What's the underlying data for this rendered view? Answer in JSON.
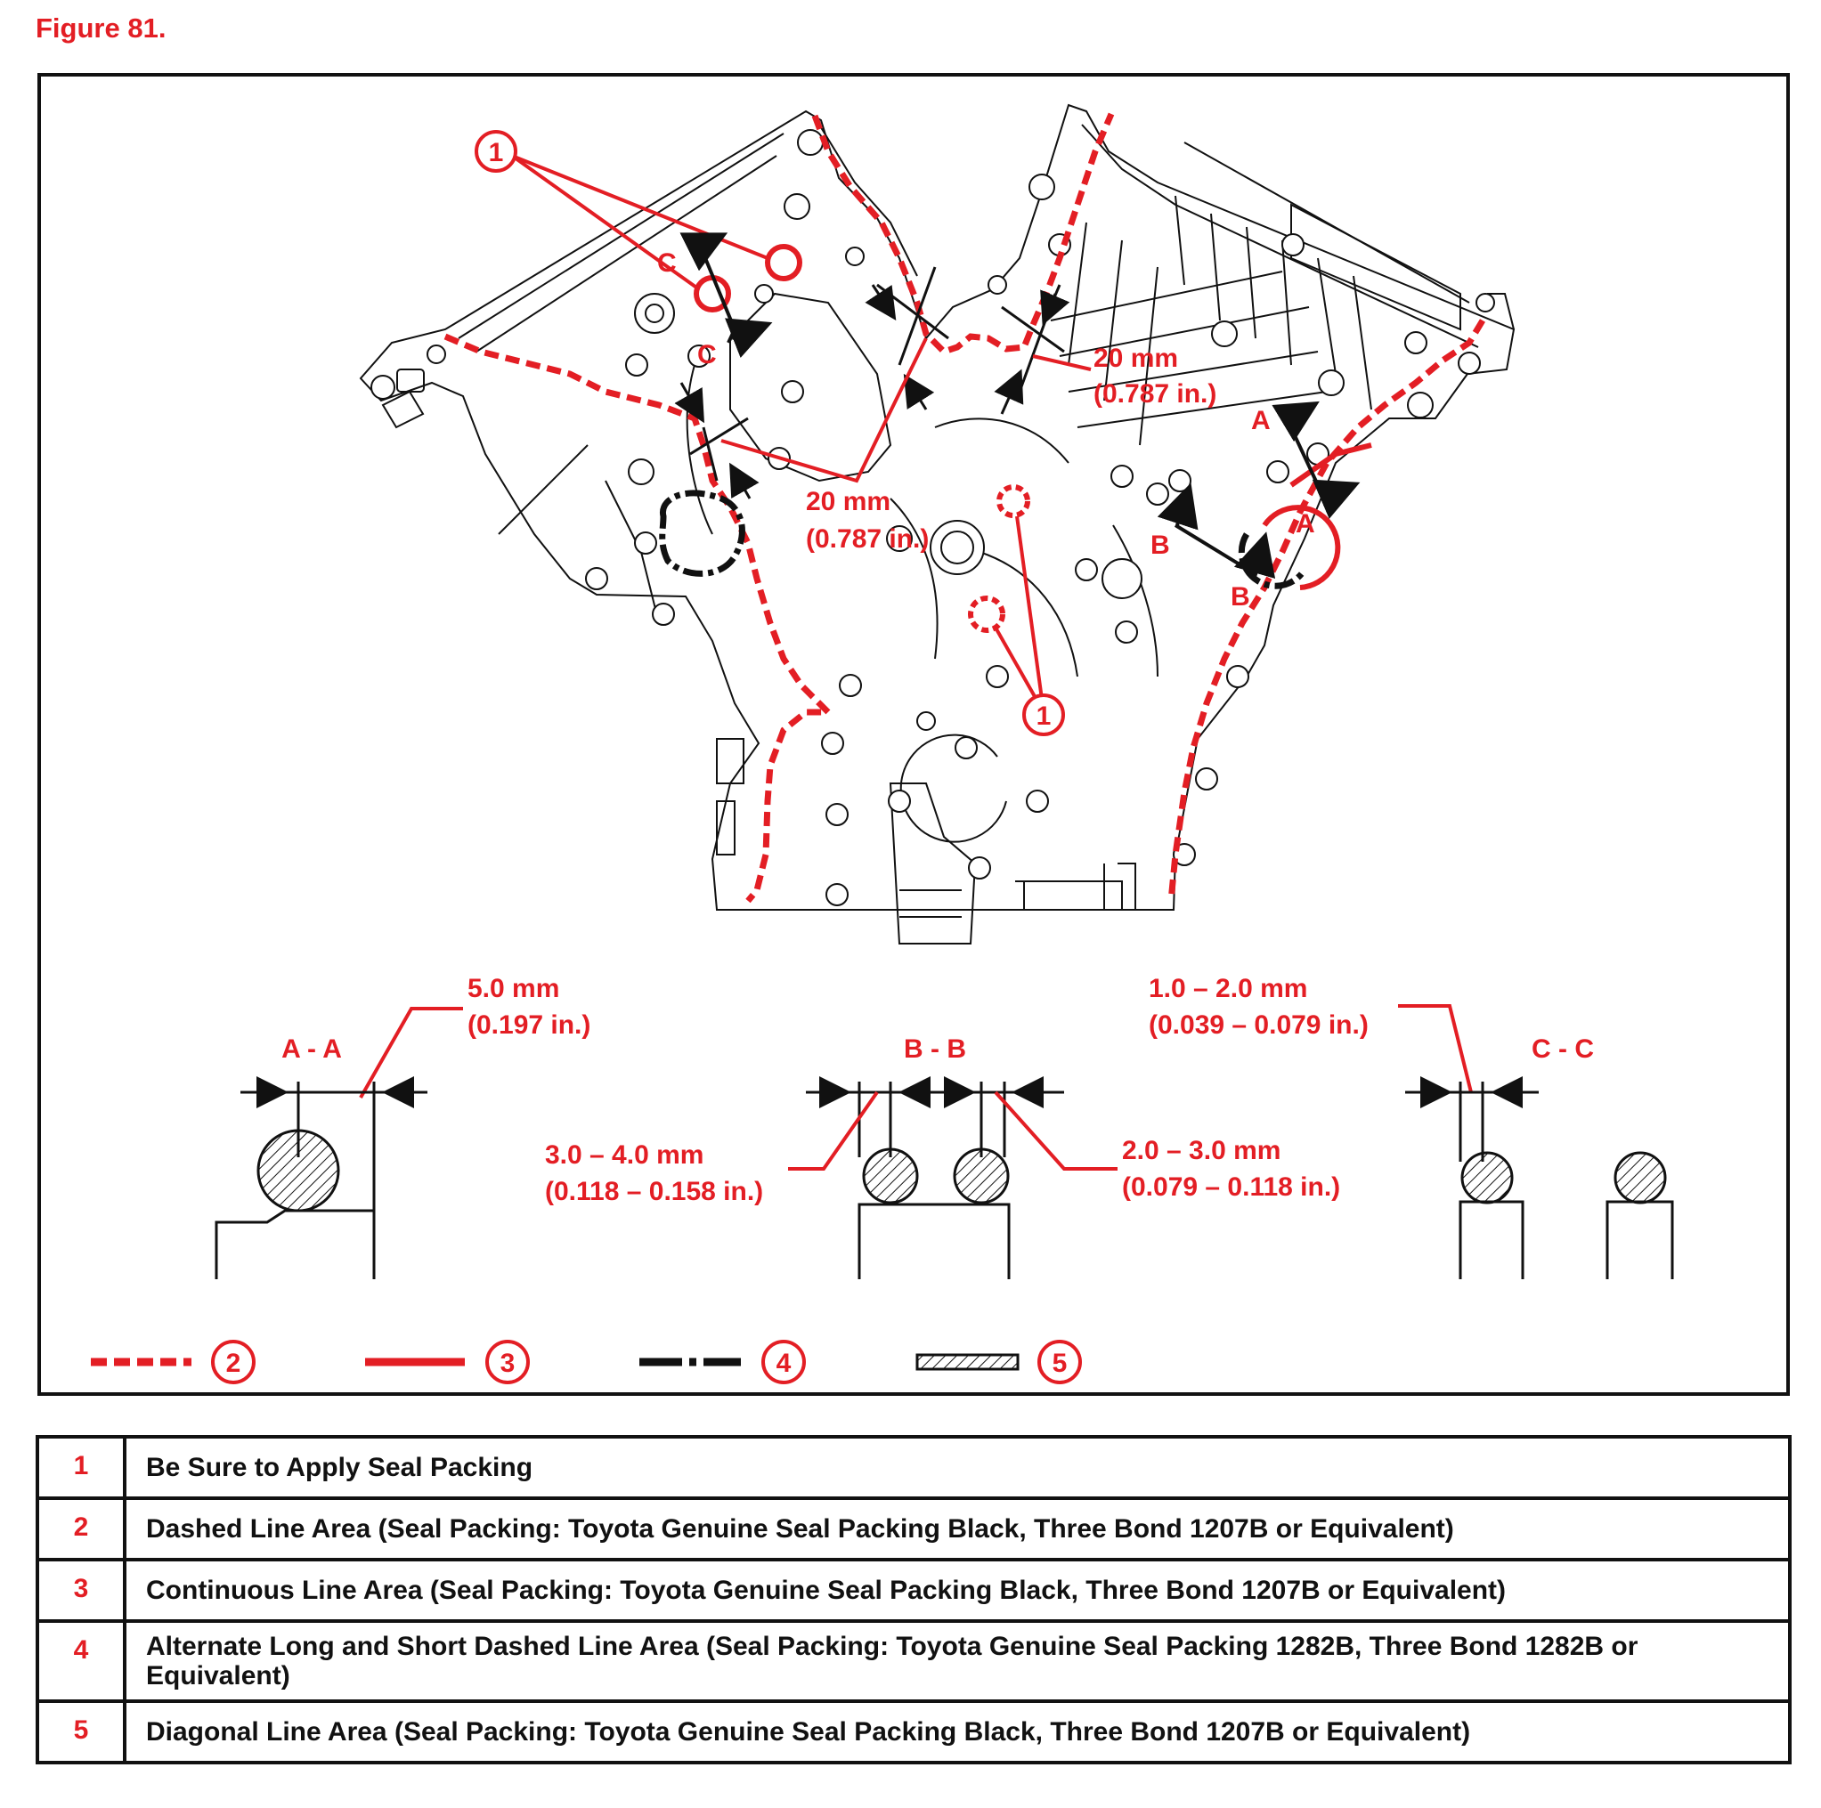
{
  "figure_title": "Figure 81.",
  "callouts": {
    "one": "1",
    "two": "2",
    "three": "3",
    "four": "4",
    "five": "5"
  },
  "dimensions": {
    "center_left_mm": "20 mm",
    "center_left_in": "(0.787 in.)",
    "upper_right_mm": "20 mm",
    "upper_right_in": "(0.787 in.)"
  },
  "section_marks": {
    "a": "A",
    "b": "B",
    "c": "C"
  },
  "sections": {
    "aa": {
      "title": "A - A",
      "dim_mm": "5.0 mm",
      "dim_in": "(0.197 in.)"
    },
    "bb": {
      "title": "B - B",
      "left_mm": "3.0 – 4.0 mm",
      "left_in": "(0.118 – 0.158 in.)",
      "right_mm": "2.0 – 3.0 mm",
      "right_in": "(0.079 – 0.118 in.)"
    },
    "cc": {
      "title": "C - C",
      "dim_mm": "1.0 – 2.0 mm",
      "dim_in": "(0.039 – 0.079 in.)"
    }
  },
  "legend_rows": [
    {
      "num": "1",
      "text": "Be Sure to Apply Seal Packing"
    },
    {
      "num": "2",
      "text": "Dashed Line Area (Seal Packing: Toyota Genuine Seal Packing Black, Three Bond 1207B or Equivalent)"
    },
    {
      "num": "3",
      "text": "Continuous Line Area (Seal Packing: Toyota Genuine Seal Packing Black, Three Bond 1207B or Equivalent)"
    },
    {
      "num": "4",
      "text": "Alternate Long and Short Dashed Line Area (Seal Packing: Toyota Genuine Seal Packing 1282B, Three Bond 1282B or Equivalent)"
    },
    {
      "num": "5",
      "text": "Diagonal Line Area (Seal Packing: Toyota Genuine Seal Packing Black, Three Bond 1207B or Equivalent)"
    }
  ],
  "colors": {
    "accent_red": "#e31e24",
    "line_black": "#111111"
  }
}
